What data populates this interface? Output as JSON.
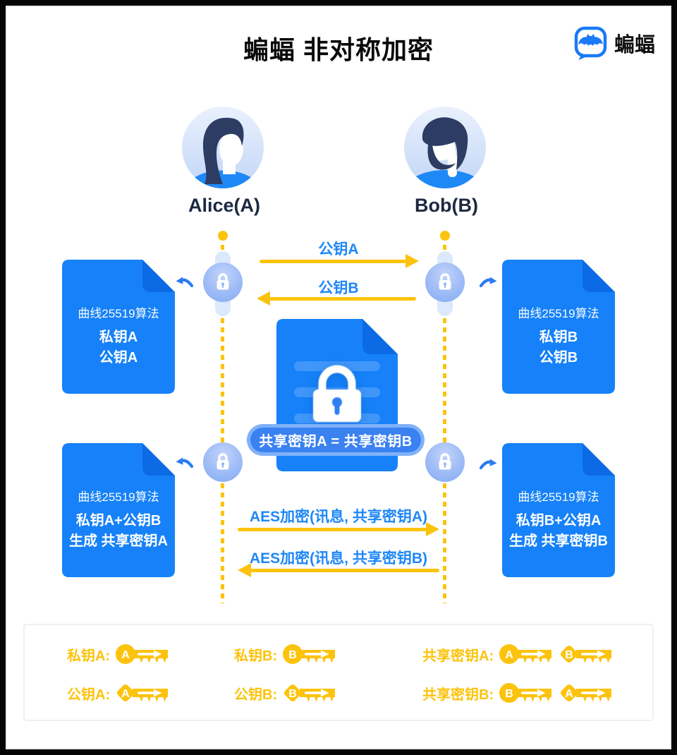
{
  "header": {
    "title": "蝙蝠 非对称加密",
    "logo_text": "蝙蝠"
  },
  "actors": {
    "alice_label": "Alice(A)",
    "bob_label": "Bob(B)"
  },
  "exchange": {
    "public_key_a": "公钥A",
    "public_key_b": "公钥B",
    "aes_a": "AES加密(讯息, 共享密钥A)",
    "aes_b": "AES加密(讯息, 共享密钥B)"
  },
  "center": {
    "shared_key_banner": "共享密钥A = 共享密钥B"
  },
  "documents": {
    "top_left": {
      "line1": "曲线25519算法",
      "line2": "私钥A",
      "line3": "公钥A"
    },
    "top_right": {
      "line1": "曲线25519算法",
      "line2": "私钥B",
      "line3": "公钥B"
    },
    "bottom_left": {
      "line1": "曲线25519算法",
      "line2": "私钥A+公钥B",
      "line3": "生成 共享密钥A"
    },
    "bottom_right": {
      "line1": "曲线25519算法",
      "line2": "私钥B+公钥A",
      "line3": "生成 共享密钥B"
    }
  },
  "legend": {
    "items": [
      {
        "label": "私钥A:",
        "keys": [
          {
            "shape": "round",
            "letter": "A"
          }
        ]
      },
      {
        "label": "私钥B:",
        "keys": [
          {
            "shape": "round",
            "letter": "B"
          }
        ]
      },
      {
        "label": "共享密钥A:",
        "keys": [
          {
            "shape": "round",
            "letter": "A"
          },
          {
            "shape": "diamond",
            "letter": "B"
          }
        ]
      },
      {
        "label": "公钥A:",
        "keys": [
          {
            "shape": "diamond",
            "letter": "A"
          }
        ]
      },
      {
        "label": "公钥B:",
        "keys": [
          {
            "shape": "diamond",
            "letter": "B"
          }
        ]
      },
      {
        "label": "共享密钥B:",
        "keys": [
          {
            "shape": "round",
            "letter": "B"
          },
          {
            "shape": "diamond",
            "letter": "A"
          }
        ]
      }
    ]
  },
  "colors": {
    "brand_blue": "#1681f8",
    "fold_blue": "#0c6be4",
    "accent_yellow": "#fcc30d",
    "label_blue": "#1e87f7",
    "badge_blue": "#9dbbf6",
    "pill_outer": "#7fb1f8",
    "pill_inner": "#3a81f1",
    "hair_navy": "#2d3c63",
    "shoulder_blue": "#1e88f7"
  }
}
